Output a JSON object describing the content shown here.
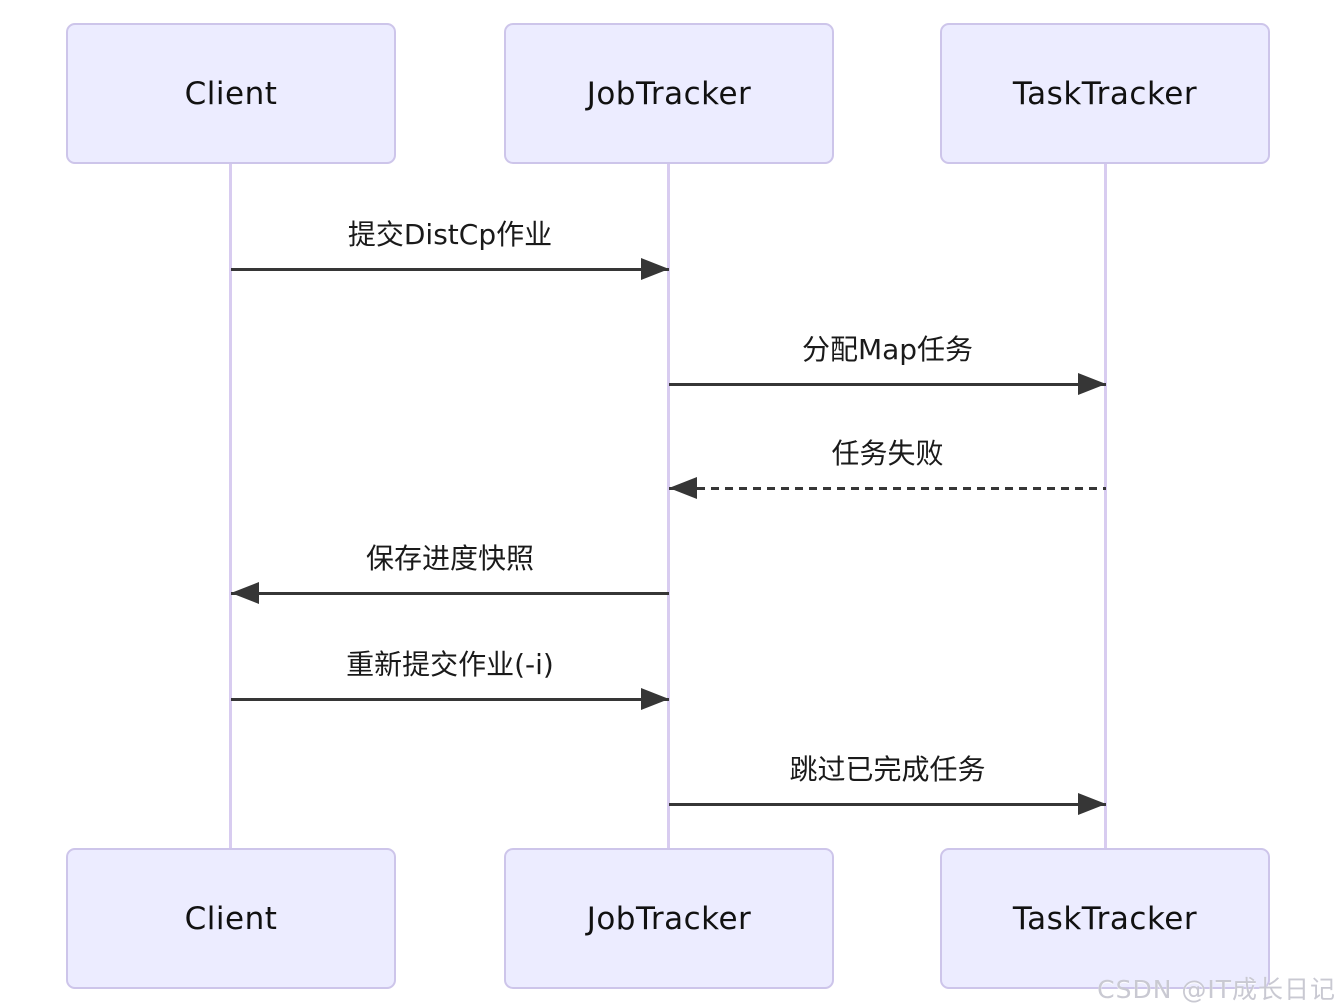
{
  "diagram": {
    "type": "sequence",
    "actors": [
      {
        "name": "Client"
      },
      {
        "name": "JobTracker"
      },
      {
        "name": "TaskTracker"
      }
    ],
    "messages": [
      {
        "from": "Client",
        "to": "JobTracker",
        "label": "提交DistCp作业",
        "line": "solid",
        "direction": "right"
      },
      {
        "from": "JobTracker",
        "to": "TaskTracker",
        "label": "分配Map任务",
        "line": "solid",
        "direction": "right"
      },
      {
        "from": "TaskTracker",
        "to": "JobTracker",
        "label": "任务失败",
        "line": "dashed",
        "direction": "left"
      },
      {
        "from": "JobTracker",
        "to": "Client",
        "label": "保存进度快照",
        "line": "solid",
        "direction": "left"
      },
      {
        "from": "Client",
        "to": "JobTracker",
        "label": "重新提交作业(-i)",
        "line": "solid",
        "direction": "right"
      },
      {
        "from": "JobTracker",
        "to": "TaskTracker",
        "label": "跳过已完成任务",
        "line": "solid",
        "direction": "right"
      }
    ],
    "watermark": "CSDN @IT成长日记",
    "colors": {
      "actor_fill": "#ECECFF",
      "actor_border": "#CDC5EA",
      "lifeline": "#D8CCF0",
      "arrow": "#363636",
      "message_text": "#1A1A1A",
      "actor_text": "#111111",
      "watermark_text": "#C9C9D2"
    }
  }
}
